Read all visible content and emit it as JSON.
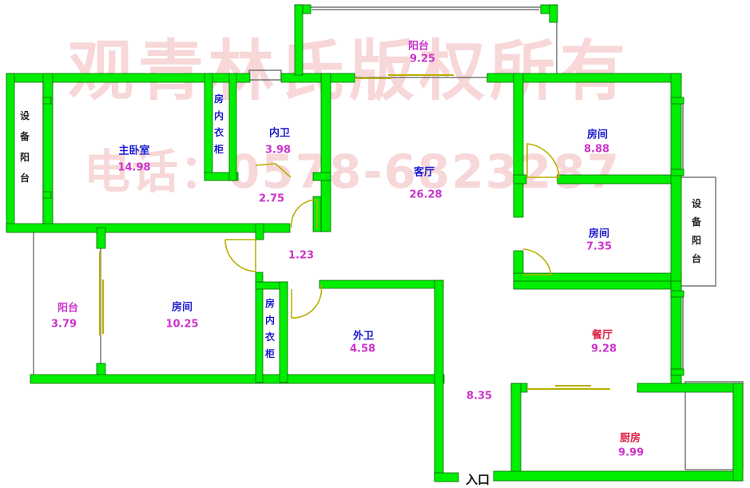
{
  "watermark": {
    "line1": "观青林氏版权所有",
    "line2": "电话：0578-6823287"
  },
  "rooms": {
    "balcony_top": {
      "name": "阳台",
      "area": "9.25"
    },
    "master_bedroom": {
      "name": "主卧室",
      "area": "14.98"
    },
    "inner_bath": {
      "name": "内卫",
      "area": "3.98"
    },
    "living_room": {
      "name": "客厅",
      "area": "26.28"
    },
    "room_top_right": {
      "name": "房间",
      "area": "8.88"
    },
    "room_mid_right": {
      "name": "房间",
      "area": "7.35"
    },
    "balcony_left": {
      "name": "阳台",
      "area": "3.79"
    },
    "room_left": {
      "name": "房间",
      "area": "10.25"
    },
    "outer_bath": {
      "name": "外卫",
      "area": "4.58"
    },
    "dining": {
      "name": "餐厅",
      "area": "9.28"
    },
    "kitchen": {
      "name": "厨房",
      "area": "9.99"
    }
  },
  "areas": {
    "hall_small": "2.75",
    "corridor": "1.23",
    "entry_area": "8.35"
  },
  "wardrobe_label": "房内衣柜",
  "equipment_balcony_label": "设备阳台",
  "entrance_label": "入口",
  "colors": {
    "wall": "#00ee00",
    "wall_outline": "#006600",
    "window": "#555555",
    "sliding_door": "#b8b000",
    "room_label": "#1a1ad0",
    "area_label": "#cc33cc",
    "kitchen_label": "#dd2244",
    "watermark": "#f2b8b8"
  }
}
